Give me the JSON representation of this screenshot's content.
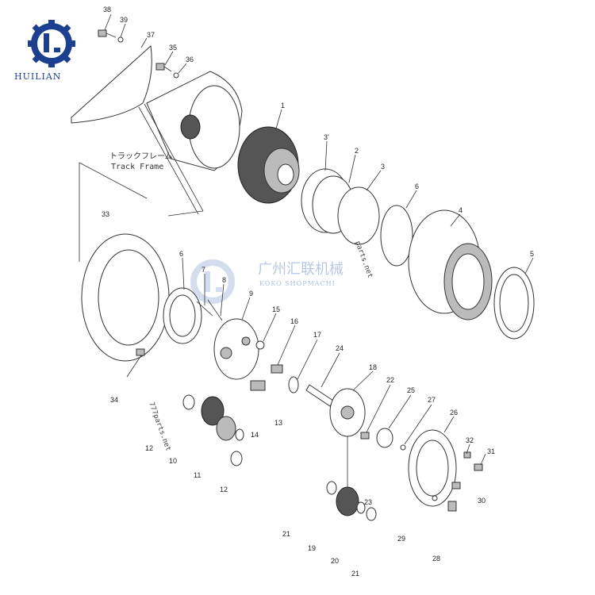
{
  "brand": {
    "name": "HUILIAN",
    "colors": {
      "logo_blue": "#1d3f8f",
      "watermark": "#9fb4d8"
    }
  },
  "watermark": {
    "chinese": "广州汇联机械",
    "english": "KOKO SHOPMACHI"
  },
  "labels": {
    "track_frame_jp": "トラックフレーム",
    "track_frame_en": "Track Frame",
    "source_1": "777parts.net",
    "source_2": "parts.net"
  },
  "callouts": {
    "c38": "38",
    "c39": "39",
    "c37": "37",
    "c35": "35",
    "c36": "36",
    "c1": "1",
    "c3a": "3'",
    "c2": "2",
    "c3b": "3",
    "c6a": "6",
    "c4": "4",
    "c33": "33",
    "c6b": "6",
    "c7": "7",
    "c8": "8",
    "c9": "9",
    "c5": "5",
    "c15": "15",
    "c16": "16",
    "c17": "17",
    "c24": "24",
    "c18": "18",
    "c22": "22",
    "c25": "25",
    "c27": "27",
    "c26": "26",
    "c32": "32",
    "c31": "31",
    "c34": "34",
    "c13": "13",
    "c12a": "12",
    "c10": "10",
    "c14": "14",
    "c11": "11",
    "c12b": "12",
    "c30": "30",
    "c21a": "21",
    "c23": "23",
    "c29": "29",
    "c19": "19",
    "c20": "20",
    "c28": "28",
    "c21b": "21"
  }
}
